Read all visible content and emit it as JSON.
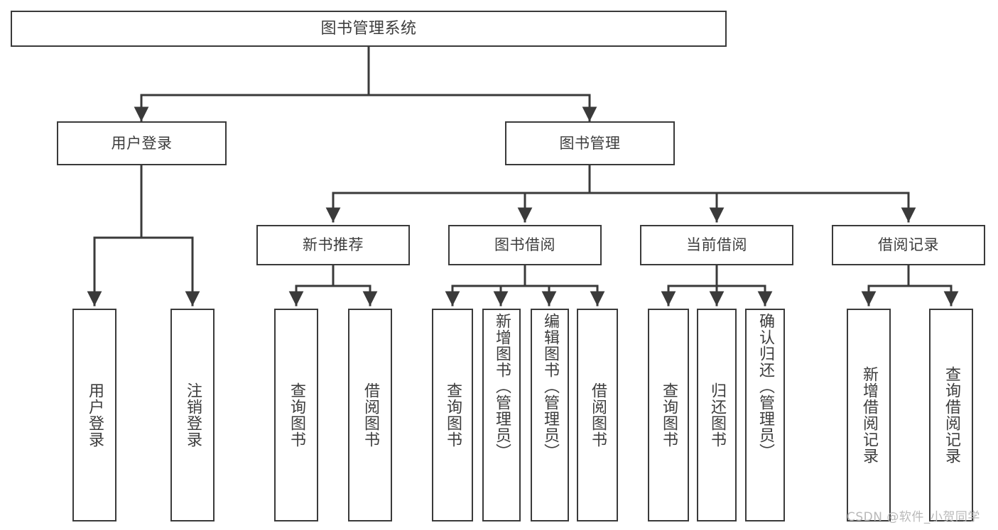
{
  "diagram": {
    "title": "图书管理系统",
    "type": "tree",
    "watermark": "CSDN @软件_小贺同学",
    "colors": {
      "background": "#ffffff",
      "box_fill": "#ffffff",
      "box_border": "#3a3a3a",
      "text": "#3d3d3d",
      "connector": "#3a3a3a",
      "watermark": "#b9b9b9"
    },
    "root": {
      "label": "图书管理系统"
    },
    "level2": [
      {
        "label": "用户登录"
      },
      {
        "label": "图书管理"
      }
    ],
    "level3": [
      {
        "label": "新书推荐"
      },
      {
        "label": "图书借阅"
      },
      {
        "label": "当前借阅"
      },
      {
        "label": "借阅记录"
      }
    ],
    "leaves": {
      "user_login": [
        {
          "label": "用户登录"
        },
        {
          "label": "注销登录"
        }
      ],
      "new_book_recommend": [
        {
          "label": "查询图书"
        },
        {
          "label": "借阅图书"
        }
      ],
      "book_borrow": [
        {
          "label": "查询图书"
        },
        {
          "label": "新增图书（管理员）"
        },
        {
          "label": "编辑图书（管理员）"
        },
        {
          "label": "借阅图书"
        }
      ],
      "current_borrow": [
        {
          "label": "查询图书"
        },
        {
          "label": "归还图书"
        },
        {
          "label": "确认归还（管理员）"
        }
      ],
      "borrow_record": [
        {
          "label": "新增借阅记录"
        },
        {
          "label": "查询借阅记录"
        }
      ]
    }
  }
}
